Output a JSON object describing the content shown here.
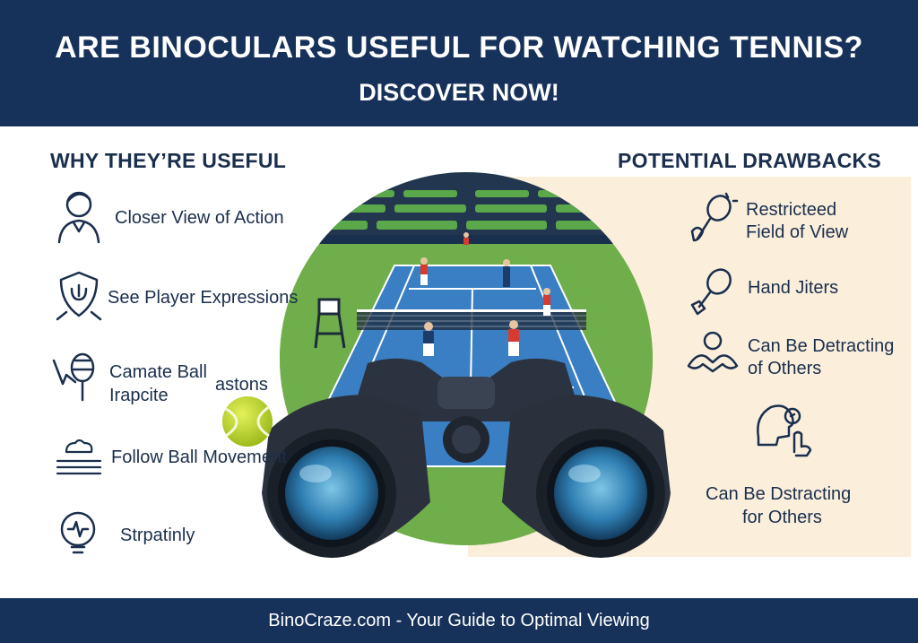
{
  "header": {
    "title": "ARE BINOCULARS USEFUL FOR WATCHING TENNIS?",
    "subtitle": "DISCOVER NOW!"
  },
  "left": {
    "heading": "WHY THEY’RE USEFUL",
    "items": [
      {
        "icon": "person-icon",
        "lines": [
          "Closer View of Action"
        ]
      },
      {
        "icon": "shield-icon",
        "lines": [
          "See Player Expressions"
        ]
      },
      {
        "icon": "racket-cursor-icon",
        "lines": [
          "Camate Ball",
          "Irapcite"
        ]
      },
      {
        "icon": "cloud-layers-icon",
        "lines": [
          "Follow Ball Movement"
        ]
      },
      {
        "icon": "pulse-bulb-icon",
        "lines": [
          "Strpatinly"
        ]
      }
    ]
  },
  "right": {
    "heading": "POTENTIAL DRAWBACKS",
    "items": [
      {
        "icon": "racket-hand-icon",
        "lines": [
          "Restricteed",
          "Field of View"
        ]
      },
      {
        "icon": "racket-icon",
        "lines": [
          "Hand Jiters"
        ]
      },
      {
        "icon": "person-arms-icon",
        "lines": [
          "Can Be Detracting",
          "of Others"
        ]
      },
      {
        "icon": "head-hand-icon",
        "lines": []
      },
      {
        "icon": "",
        "lines": [
          "Can Be Dstracting",
          "for Others"
        ]
      }
    ]
  },
  "stray_label": "astons",
  "footer": {
    "text": "BinoCraze.com - Your Guide to Optimal Viewing"
  },
  "colors": {
    "navy": "#17325a",
    "court_blue": "#3a7fc4",
    "grass": "#6fae4a",
    "panel": "#fbeedb",
    "ball": "#c6dd2c"
  }
}
